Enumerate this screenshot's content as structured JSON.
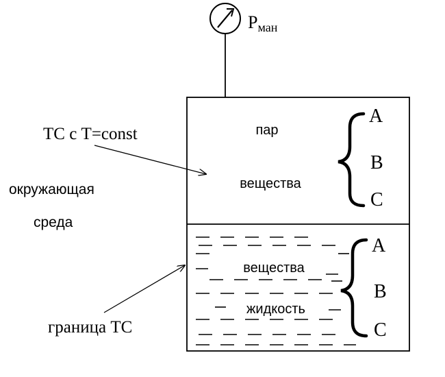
{
  "gauge": {
    "label_main": "P",
    "label_sub": "ман"
  },
  "vessel": {
    "vapor": {
      "line1": "пар",
      "line2": "вещества",
      "components": [
        "A",
        "B",
        "C"
      ]
    },
    "liquid": {
      "line1": "вещества",
      "line2": "жидкость",
      "components": [
        "A",
        "B",
        "C"
      ]
    }
  },
  "labels": {
    "system": "ТС с Т=const",
    "environment_line1": "окружающая",
    "environment_line2": "среда",
    "boundary": "граница ТС"
  }
}
